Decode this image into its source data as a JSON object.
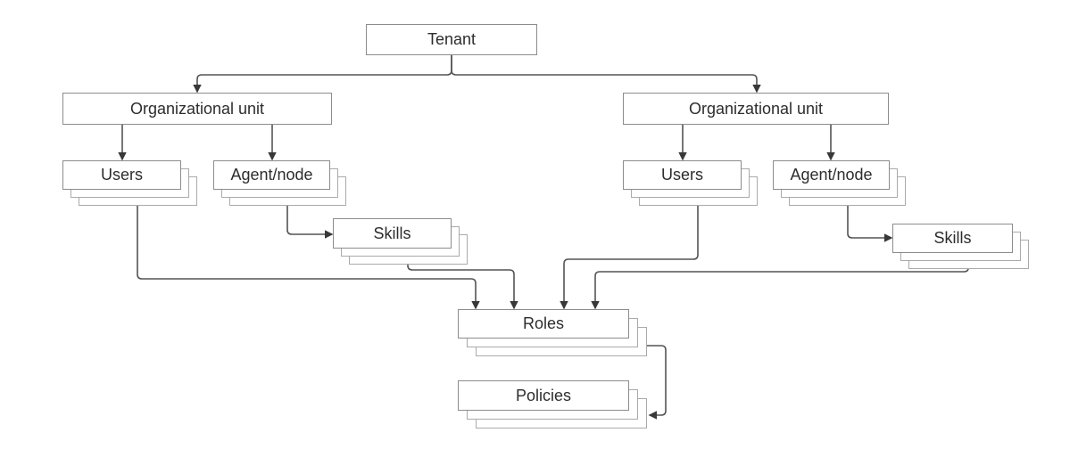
{
  "diagram": {
    "nodes": {
      "tenant": {
        "label": "Tenant",
        "stacked": false
      },
      "org_unit_left": {
        "label": "Organizational unit",
        "stacked": false
      },
      "users_left": {
        "label": "Users",
        "stacked": true
      },
      "agent_node_left": {
        "label": "Agent/node",
        "stacked": true
      },
      "skills_left": {
        "label": "Skills",
        "stacked": true
      },
      "org_unit_right": {
        "label": "Organizational unit",
        "stacked": false
      },
      "users_right": {
        "label": "Users",
        "stacked": true
      },
      "agent_node_right": {
        "label": "Agent/node",
        "stacked": true
      },
      "skills_right": {
        "label": "Skills",
        "stacked": true
      },
      "roles": {
        "label": "Roles",
        "stacked": true
      },
      "policies": {
        "label": "Policies",
        "stacked": true
      }
    },
    "edges": [
      {
        "from": "tenant",
        "to": "org_unit_left"
      },
      {
        "from": "tenant",
        "to": "org_unit_right"
      },
      {
        "from": "org_unit_left",
        "to": "users_left"
      },
      {
        "from": "org_unit_left",
        "to": "agent_node_left"
      },
      {
        "from": "org_unit_right",
        "to": "users_right"
      },
      {
        "from": "org_unit_right",
        "to": "agent_node_right"
      },
      {
        "from": "agent_node_left",
        "to": "skills_left"
      },
      {
        "from": "agent_node_right",
        "to": "skills_right"
      },
      {
        "from": "users_left",
        "to": "roles"
      },
      {
        "from": "skills_left",
        "to": "roles"
      },
      {
        "from": "users_right",
        "to": "roles"
      },
      {
        "from": "skills_right",
        "to": "roles"
      },
      {
        "from": "roles",
        "to": "policies"
      }
    ],
    "colors": {
      "background": "#ffffff",
      "box_border": "#8c8c8c",
      "stack_border": "#aaaaaa",
      "connector": "#545454",
      "arrowhead": "#383838",
      "text": "#2d2d2d"
    }
  }
}
